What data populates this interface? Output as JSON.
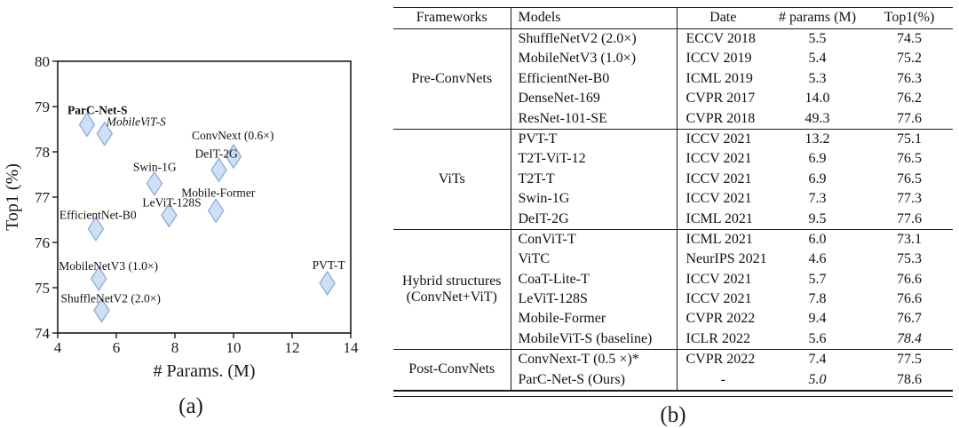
{
  "captions": {
    "a": "(a)",
    "b": "(b)"
  },
  "colors": {
    "ink": "#1a1a1a",
    "marker_fill": "#cfdff4",
    "marker_stroke": "#8cacd8"
  },
  "chart_data": [
    {
      "type": "scatter",
      "panel": "a",
      "xlabel": "# Params. (M)",
      "ylabel": "Top1 (%)",
      "xlim": [
        4,
        14
      ],
      "ylim": [
        74,
        80
      ],
      "xticks": [
        4,
        6,
        8,
        10,
        12,
        14
      ],
      "yticks": [
        74,
        75,
        76,
        77,
        78,
        79,
        80
      ],
      "grid": false,
      "legend": "none",
      "marker": "diamond",
      "points": [
        {
          "label": "ParC-Net-S",
          "x": 5.0,
          "y": 78.6,
          "bold": true,
          "italic": false,
          "label_dx": -22,
          "label_dy": -12
        },
        {
          "label": "MobileViT-S",
          "x": 5.6,
          "y": 78.4,
          "bold": false,
          "italic": true,
          "label_dx": 2,
          "label_dy": -9
        },
        {
          "label": "ConvNext (0.6×)",
          "x": 10.0,
          "y": 77.9,
          "bold": false,
          "italic": false,
          "label_dx": -47,
          "label_dy": -19
        },
        {
          "label": "DeIT-2G",
          "x": 9.5,
          "y": 77.6,
          "bold": false,
          "italic": false,
          "label_dx": -27,
          "label_dy": -14
        },
        {
          "label": "Swin-1G",
          "x": 7.3,
          "y": 77.3,
          "bold": false,
          "italic": false,
          "label_dx": -24,
          "label_dy": -14
        },
        {
          "label": "Mobile-Former",
          "x": 9.4,
          "y": 76.7,
          "bold": false,
          "italic": false,
          "label_dx": -39,
          "label_dy": -16
        },
        {
          "label": "LeViT-128S",
          "x": 7.8,
          "y": 76.6,
          "bold": false,
          "italic": false,
          "label_dx": -30,
          "label_dy": -10
        },
        {
          "label": "EfficientNet-B0",
          "x": 5.3,
          "y": 76.3,
          "bold": false,
          "italic": false,
          "label_dx": -41,
          "label_dy": -11
        },
        {
          "label": "MobileNetV3 (1.0×)",
          "x": 5.4,
          "y": 75.2,
          "bold": false,
          "italic": false,
          "label_dx": -45,
          "label_dy": -10
        },
        {
          "label": "PVT-T",
          "x": 13.2,
          "y": 75.1,
          "bold": false,
          "italic": false,
          "label_dx": -17,
          "label_dy": -16
        },
        {
          "label": "ShuffleNetV2 (2.0×)",
          "x": 5.5,
          "y": 74.5,
          "bold": false,
          "italic": false,
          "label_dx": -46,
          "label_dy": -9
        }
      ]
    },
    {
      "type": "table",
      "panel": "b",
      "headers": [
        "Frameworks",
        "Models",
        "Date",
        "# params (M)",
        "Top1(%)"
      ],
      "groups": [
        {
          "framework": "Pre-ConvNets",
          "rows": [
            {
              "model": "ShuffleNetV2 (2.0×)",
              "date": "ECCV 2018",
              "params": "5.5",
              "top1": "74.5"
            },
            {
              "model": "MobileNetV3 (1.0×)",
              "date": "ICCV 2019",
              "params": "5.4",
              "top1": "75.2"
            },
            {
              "model": "EfficientNet-B0",
              "date": "ICML 2019",
              "params": "5.3",
              "top1": "76.3"
            },
            {
              "model": "DenseNet-169",
              "date": "CVPR 2017",
              "params": "14.0",
              "top1": "76.2"
            },
            {
              "model": "ResNet-101-SE",
              "date": "CVPR 2018",
              "params": "49.3",
              "top1": "77.6"
            }
          ]
        },
        {
          "framework": "ViTs",
          "rows": [
            {
              "model": "PVT-T",
              "date": "ICCV 2021",
              "params": "13.2",
              "top1": "75.1"
            },
            {
              "model": "T2T-ViT-12",
              "date": "ICCV 2021",
              "params": "6.9",
              "top1": "76.5"
            },
            {
              "model": "T2T-T",
              "date": "ICCV 2021",
              "params": "6.9",
              "top1": "76.5"
            },
            {
              "model": "Swin-1G",
              "date": "ICCV 2021",
              "params": "7.3",
              "top1": "77.3"
            },
            {
              "model": "DeIT-2G",
              "date": "ICML 2021",
              "params": "9.5",
              "top1": "77.6"
            }
          ]
        },
        {
          "framework": "Hybrid structures (ConvNet+ViT)",
          "rows": [
            {
              "model": "ConViT-T",
              "date": "ICML 2021",
              "params": "6.0",
              "top1": "73.1"
            },
            {
              "model": "ViTC",
              "date": "NeurIPS 2021",
              "params": "4.6",
              "top1": "75.3",
              "params_style": "bold"
            },
            {
              "model": "CoaT-Lite-T",
              "date": "ICCV 2021",
              "params": "5.7",
              "top1": "76.6"
            },
            {
              "model": "LeViT-128S",
              "date": "ICCV 2021",
              "params": "7.8",
              "top1": "76.6"
            },
            {
              "model": "Mobile-Former",
              "date": "CVPR 2022",
              "params": "9.4",
              "top1": "76.7"
            },
            {
              "model": "MobileViT-S (baseline)",
              "date": "ICLR 2022",
              "params": "5.6",
              "top1": "78.4",
              "top1_style": "italic"
            }
          ]
        },
        {
          "framework": "Post-ConvNets",
          "rows": [
            {
              "model": "ConvNext-T (0.5 ×)*",
              "date": "CVPR 2022",
              "params": "7.4",
              "top1": "77.5"
            },
            {
              "model": "ParC-Net-S  (Ours)",
              "date": "-",
              "params": "5.0",
              "top1": "78.6",
              "params_style": "italic",
              "top1_style": "bold"
            }
          ]
        }
      ]
    }
  ]
}
